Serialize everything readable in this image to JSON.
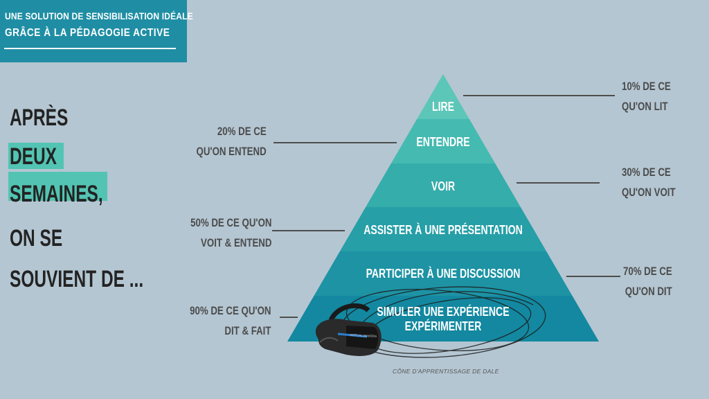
{
  "banner": {
    "line1": "UNE SOLUTION DE SENSIBILISATION IDÉALE",
    "line2": "GRÂCE À LA PÉDAGOGIE ACTIVE"
  },
  "headline": {
    "lines": [
      "APRÈS",
      "DEUX",
      "SEMAINES,",
      "ON SE",
      "SOUVIENT DE ..."
    ],
    "highlight_color": "#53c4b3"
  },
  "pyramid": {
    "levels": [
      {
        "label": "LIRE",
        "color": "#5cc6b8"
      },
      {
        "label": "ENTENDRE",
        "color": "#45bab1"
      },
      {
        "label": "VOIR",
        "color": "#35adab"
      },
      {
        "label": "ASSISTER À UNE PRÉSENTATION",
        "color": "#269fa7"
      },
      {
        "label": "PARTICIPER À UNE DISCUSSION",
        "color": "#1d93a4"
      },
      {
        "label": "SIMULER UNE EXPÉRIENCE",
        "label2": "EXPÉRIMENTER",
        "color": "#1388a0"
      }
    ],
    "annotations": {
      "lire": [
        "10% DE CE",
        "QU'ON LIT"
      ],
      "entendre": [
        "20% DE CE",
        "QU'ON ENTEND"
      ],
      "voir": [
        "30% DE CE",
        "QU'ON VOIT"
      ],
      "presentation": [
        "50% DE CE QU'ON",
        "VOIT & ENTEND"
      ],
      "discussion": [
        "70% DE CE",
        "QU'ON DIT"
      ],
      "simuler": [
        "90% DE CE QU'ON",
        "DIT & FAIT"
      ]
    }
  },
  "caption": "CÔNE D'APPRENTISSAGE DE DALE",
  "headset_label": "VIRTUAL MAKERS"
}
